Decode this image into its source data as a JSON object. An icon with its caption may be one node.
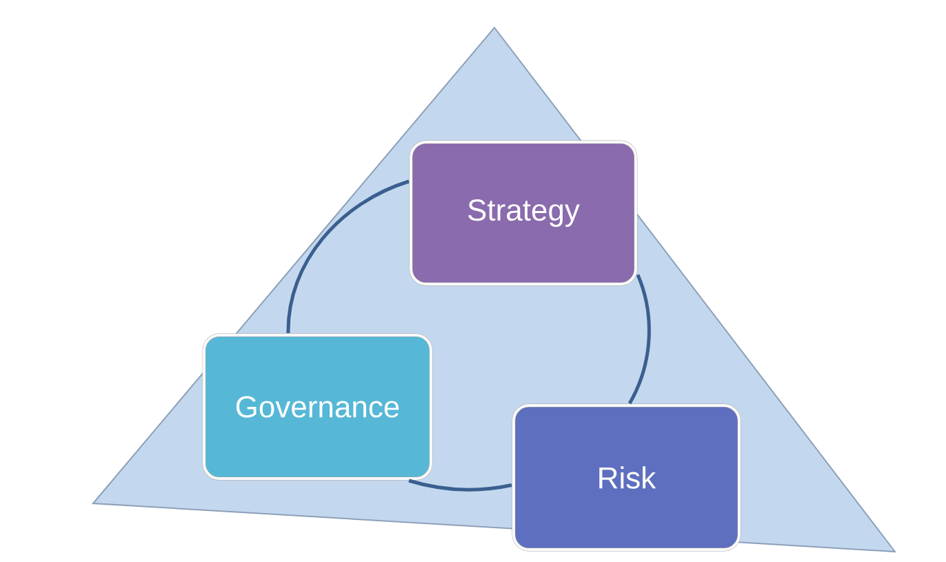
{
  "diagram": {
    "nodes": [
      {
        "text": [
          "Strategy"
        ]
      },
      {
        "text": [
          "Risk"
        ]
      },
      {
        "text": [
          "Governance"
        ]
      }
    ],
    "edges": [
      {
        "from": 0,
        "to": 1,
        "arrow": "none"
      },
      {
        "from": 1,
        "to": 2,
        "arrow": "none"
      },
      {
        "from": 2,
        "to": 0,
        "arrow": "none"
      }
    ]
  }
}
